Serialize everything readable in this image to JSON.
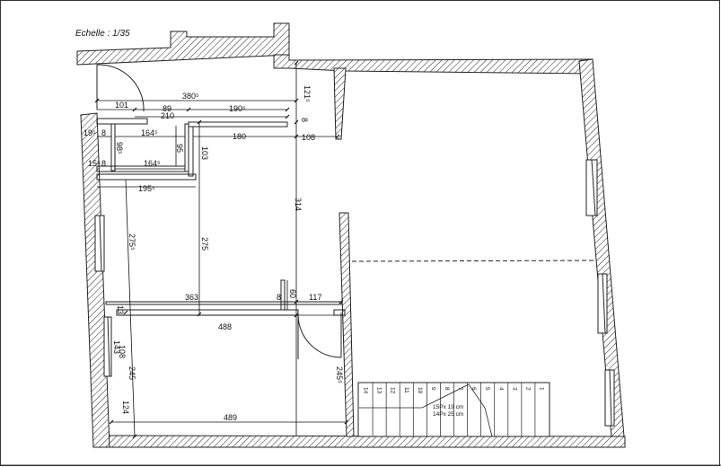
{
  "plan": {
    "scale_label": "Echelle : 1/35",
    "dimensions": {
      "d3805": "380⁵",
      "d101": "101",
      "d89": "89",
      "d1905": "190⁵",
      "d210": "210",
      "d1215": "121⁵",
      "d8a": "8",
      "d195": "19⁵",
      "d8b": "8",
      "d1645a": "164⁵",
      "d95": "95",
      "d103": "103",
      "d180": "180",
      "d108a": "108",
      "d985": "98⁵",
      "d155": "15⁵",
      "d8c": "8",
      "d1645b": "164⁵",
      "d1955": "195⁵",
      "d314": "314",
      "d2755": "275⁵",
      "d275": "275",
      "d363": "363",
      "d8d": "8",
      "d60": "60",
      "d117": "117",
      "d13": "13",
      "d488": "488",
      "d108b": "108",
      "d143": "143",
      "d245": "245",
      "d2455": "245⁵",
      "d124": "124",
      "d489": "489"
    },
    "stairs": {
      "line1": "15Px 19 cm",
      "line2": "14Px 25 cm",
      "steps": [
        "14",
        "13",
        "12",
        "11",
        "10",
        "9",
        "8",
        "7",
        "6",
        "5",
        "4",
        "3",
        "2",
        "1"
      ]
    }
  }
}
